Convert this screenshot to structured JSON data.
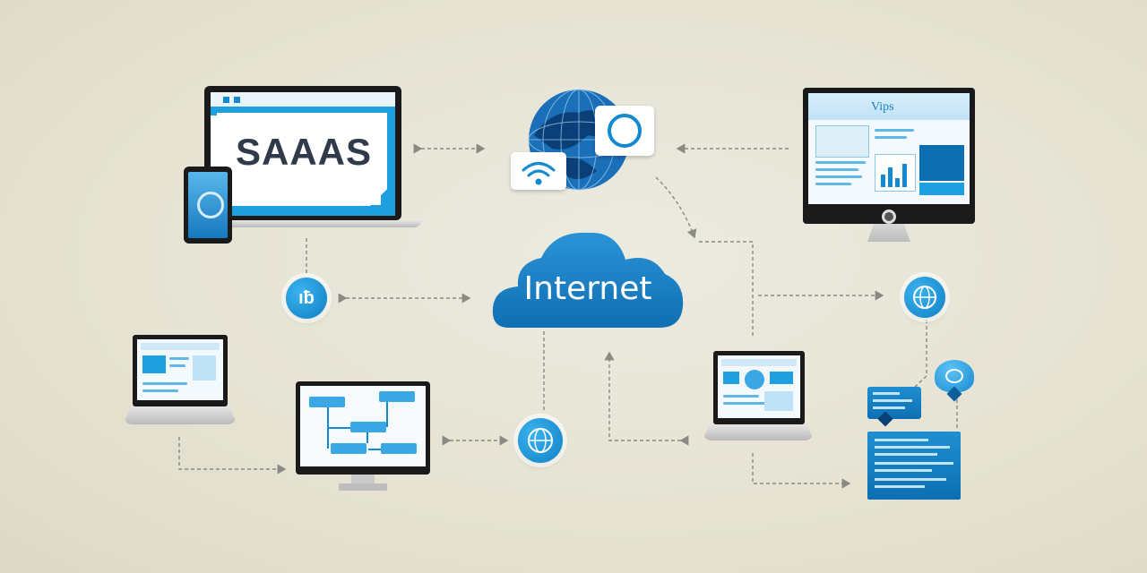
{
  "saas_label": "SAAAS",
  "cloud_label": "Internet",
  "badge_left_glyph": "ıƀ",
  "monitor_header": "Vips",
  "colors": {
    "primary_blue": "#1289d0",
    "dark_blue": "#0b5f9c",
    "light_blue": "#3bb3f0",
    "background": "#e8e6d8",
    "connector": "#8a8a84"
  },
  "icons": [
    "globe-icon",
    "wifi-icon",
    "headset-icon",
    "chart-icon",
    "location-pin-icon"
  ]
}
